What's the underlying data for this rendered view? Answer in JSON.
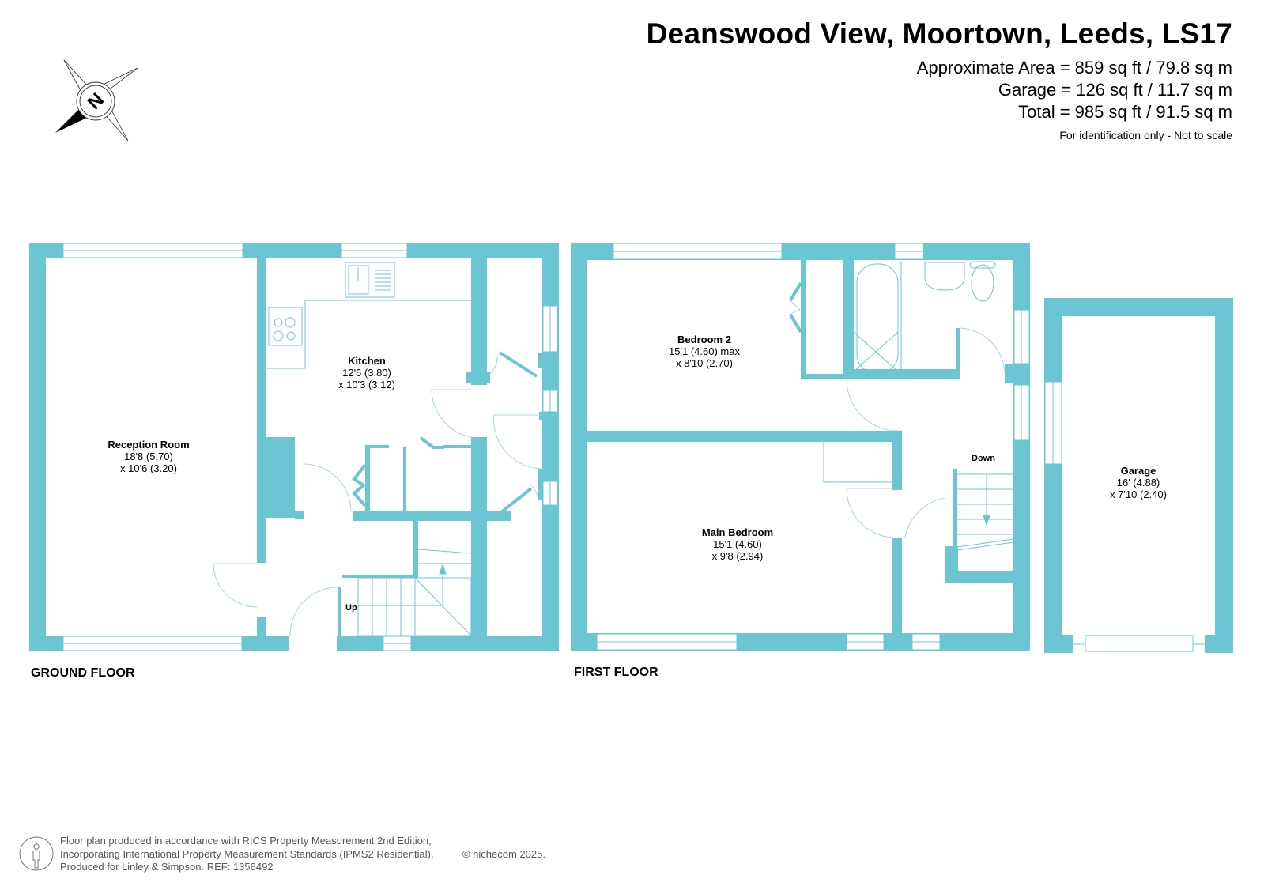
{
  "header": {
    "title": "Deanswood View, Moortown, Leeds, LS17",
    "approx_area": "Approximate Area = 859 sq ft / 79.8 sq m",
    "garage_area": "Garage = 126 sq ft / 11.7 sq m",
    "total_area": "Total = 985 sq ft / 91.5 sq m",
    "disclaimer": "For identification only - Not to scale"
  },
  "compass": {
    "icon": "north-compass-icon",
    "label": "N"
  },
  "colors": {
    "wall": "#6cc5d3",
    "fixture": "#6cc5d3",
    "text": "#000000",
    "footer_text": "#555555"
  },
  "ground_floor": {
    "label": "GROUND FLOOR",
    "rooms": [
      {
        "name": "Reception Room",
        "dim1": "18'8 (5.70)",
        "dim2": "x 10'6 (3.20)"
      },
      {
        "name": "Kitchen",
        "dim1": "12'6 (3.80)",
        "dim2": "x 10'3 (3.12)"
      }
    ],
    "stairs_label": "Up"
  },
  "first_floor": {
    "label": "FIRST FLOOR",
    "rooms": [
      {
        "name": "Bedroom 2",
        "dim1": "15'1 (4.60) max",
        "dim2": "x 8'10 (2.70)"
      },
      {
        "name": "Main Bedroom",
        "dim1": "15'1 (4.60)",
        "dim2": "x 9'8 (2.94)"
      }
    ],
    "stairs_label": "Down"
  },
  "garage": {
    "name": "Garage",
    "dim1": "16' (4.88)",
    "dim2": "x 7'10 (2.40)"
  },
  "footer": {
    "line1": "Floor plan produced in accordance with RICS Property Measurement 2nd Edition,",
    "line2": "Incorporating International Property Measurement Standards (IPMS2 Residential).",
    "line3": "Produced for Linley & Simpson.   REF: 1358492",
    "copyright": "© nichecom 2025."
  }
}
